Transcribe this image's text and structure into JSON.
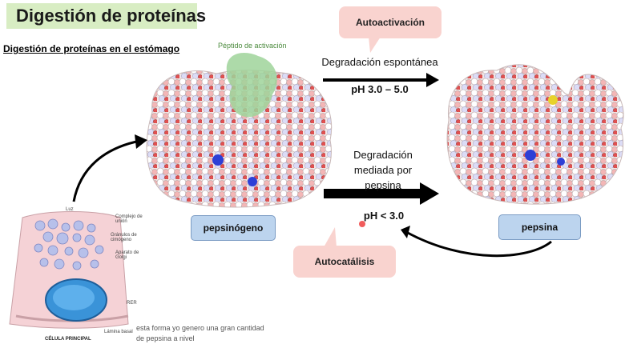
{
  "title": "Digestión de proteínas",
  "subtitle": "Digestión de proteínas en el estómago",
  "peptide_label": "Péptido de activación",
  "callout_top": "Autoactivación",
  "callout_bottom": "Autocatálisis",
  "path_top": {
    "label": "Degradación espontánea",
    "ph": "pH 3.0 – 5.0"
  },
  "path_bottom": {
    "label": "Degradación mediada por pepsina",
    "ph": "pH < 3.0"
  },
  "pepsinogen_label": "pepsinógeno",
  "pepsin_label": "pepsina",
  "cell": {
    "title": "CÉLULA PRINCIPAL",
    "labels": [
      "Luz",
      "Complejo de unión",
      "Gránulos de cimógeno",
      "Aparato de Golgi",
      "RER",
      "Lámina basal"
    ]
  },
  "caption": [
    "esta forma yo genero una gran cantidad",
    "de pepsina a nivel"
  ],
  "colors": {
    "title_bg": "#d8edc3",
    "callout_bg": "#f9d3cf",
    "name_box_bg": "#bcd4ee",
    "peptide": "#9fd49a"
  }
}
